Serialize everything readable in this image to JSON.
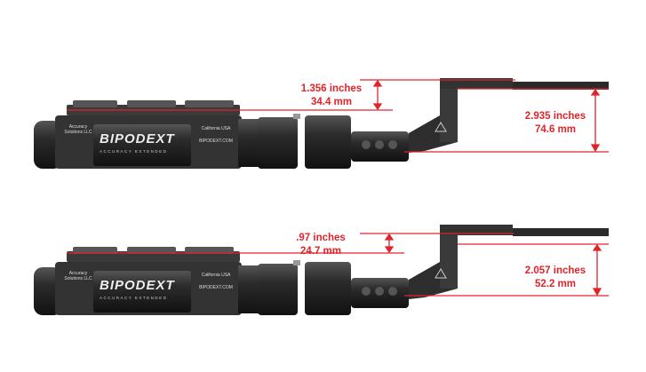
{
  "colors": {
    "dimension": "#e0242b",
    "body": "#2b2b2b"
  },
  "product": {
    "brand": "BIPODEXT",
    "tagline": "ACCURACY EXTENDED",
    "maker": "Accuracy Solutions LLC",
    "origin": "California USA",
    "url": "BIPODEXT.COM"
  },
  "configs": [
    {
      "height_top": {
        "inches": "1.356 inches",
        "mm": "34.4 mm"
      },
      "height_right": {
        "inches": "2.935 inches",
        "mm": "74.6 mm"
      }
    },
    {
      "height_top": {
        "inches": ".97 inches",
        "mm": "24.7 mm"
      },
      "height_right": {
        "inches": "2.057 inches",
        "mm": "52.2 mm"
      }
    }
  ]
}
